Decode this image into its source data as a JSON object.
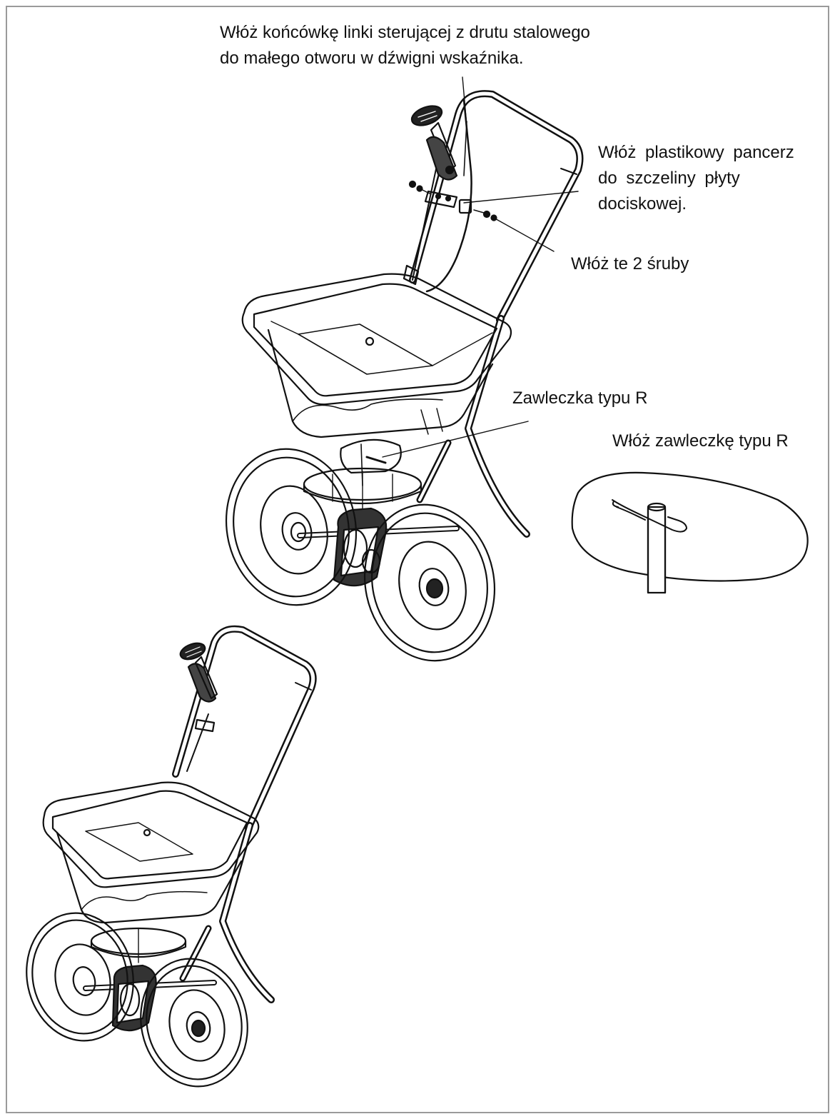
{
  "annotations": {
    "cable_end": {
      "line1": "Włóż końcówkę linki sterującej z drutu stalowego",
      "line2": "do małego otworu w dźwigni wskaźnika."
    },
    "armor": {
      "line1": "Włóż plastikowy pancerz",
      "line2": "do szczeliny płyty",
      "line3": "dociskowej."
    },
    "bolts": "Włóż te 2 śruby",
    "r_pin": "Zawleczka typu R",
    "insert_r_pin": "Włóż zawleczkę typu R"
  },
  "colors": {
    "line": "#111111",
    "frame": "#9a9a9a",
    "background": "#ffffff"
  }
}
